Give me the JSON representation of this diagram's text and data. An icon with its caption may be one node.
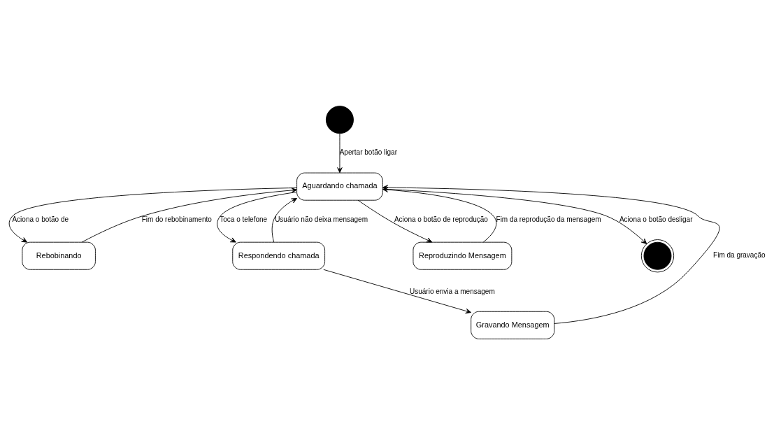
{
  "diagram": {
    "nodes": [
      {
        "text": [],
        "shape": "circle"
      },
      {
        "text": [
          "Rebobinando"
        ]
      },
      {
        "text": [
          "Aguardando chamada"
        ]
      },
      {
        "text": [
          "Respondendo chamada"
        ]
      },
      {
        "text": [
          "Reproduzindo Mensagem"
        ]
      },
      {
        "text": [
          "Gravando Mensagem"
        ]
      },
      {
        "text": [],
        "shape": "doublecircle"
      }
    ],
    "edges": [
      {
        "from": 0,
        "to": 2,
        "arrow": "to",
        "label": "Apertar botão ligar"
      },
      {
        "from": 2,
        "to": 1,
        "arrow": "to",
        "label": "Aciona o botão de"
      },
      {
        "from": 1,
        "to": 2,
        "arrow": "to",
        "label": "Fim do rebobinamento"
      },
      {
        "from": 3,
        "to": 2,
        "arrow": "to",
        "label": "Usuário não deixa mensagem"
      },
      {
        "from": 2,
        "to": 3,
        "arrow": "to",
        "label": "Toca o telefone"
      },
      {
        "from": 4,
        "to": 2,
        "arrow": "to",
        "label": "Fim da reprodução da mensagem"
      },
      {
        "from": 2,
        "to": 4,
        "arrow": "to",
        "label": "Aciona o botão de reprodução"
      },
      {
        "from": 3,
        "to": 5,
        "arrow": "to",
        "label": "Usuário envia a mensagem"
      },
      {
        "from": 5,
        "to": 2,
        "arrow": "to",
        "label": "Fim da gravação"
      },
      {
        "from": 2,
        "to": 6,
        "arrow": "to",
        "label": "Aciona o botão desligar"
      }
    ]
  }
}
